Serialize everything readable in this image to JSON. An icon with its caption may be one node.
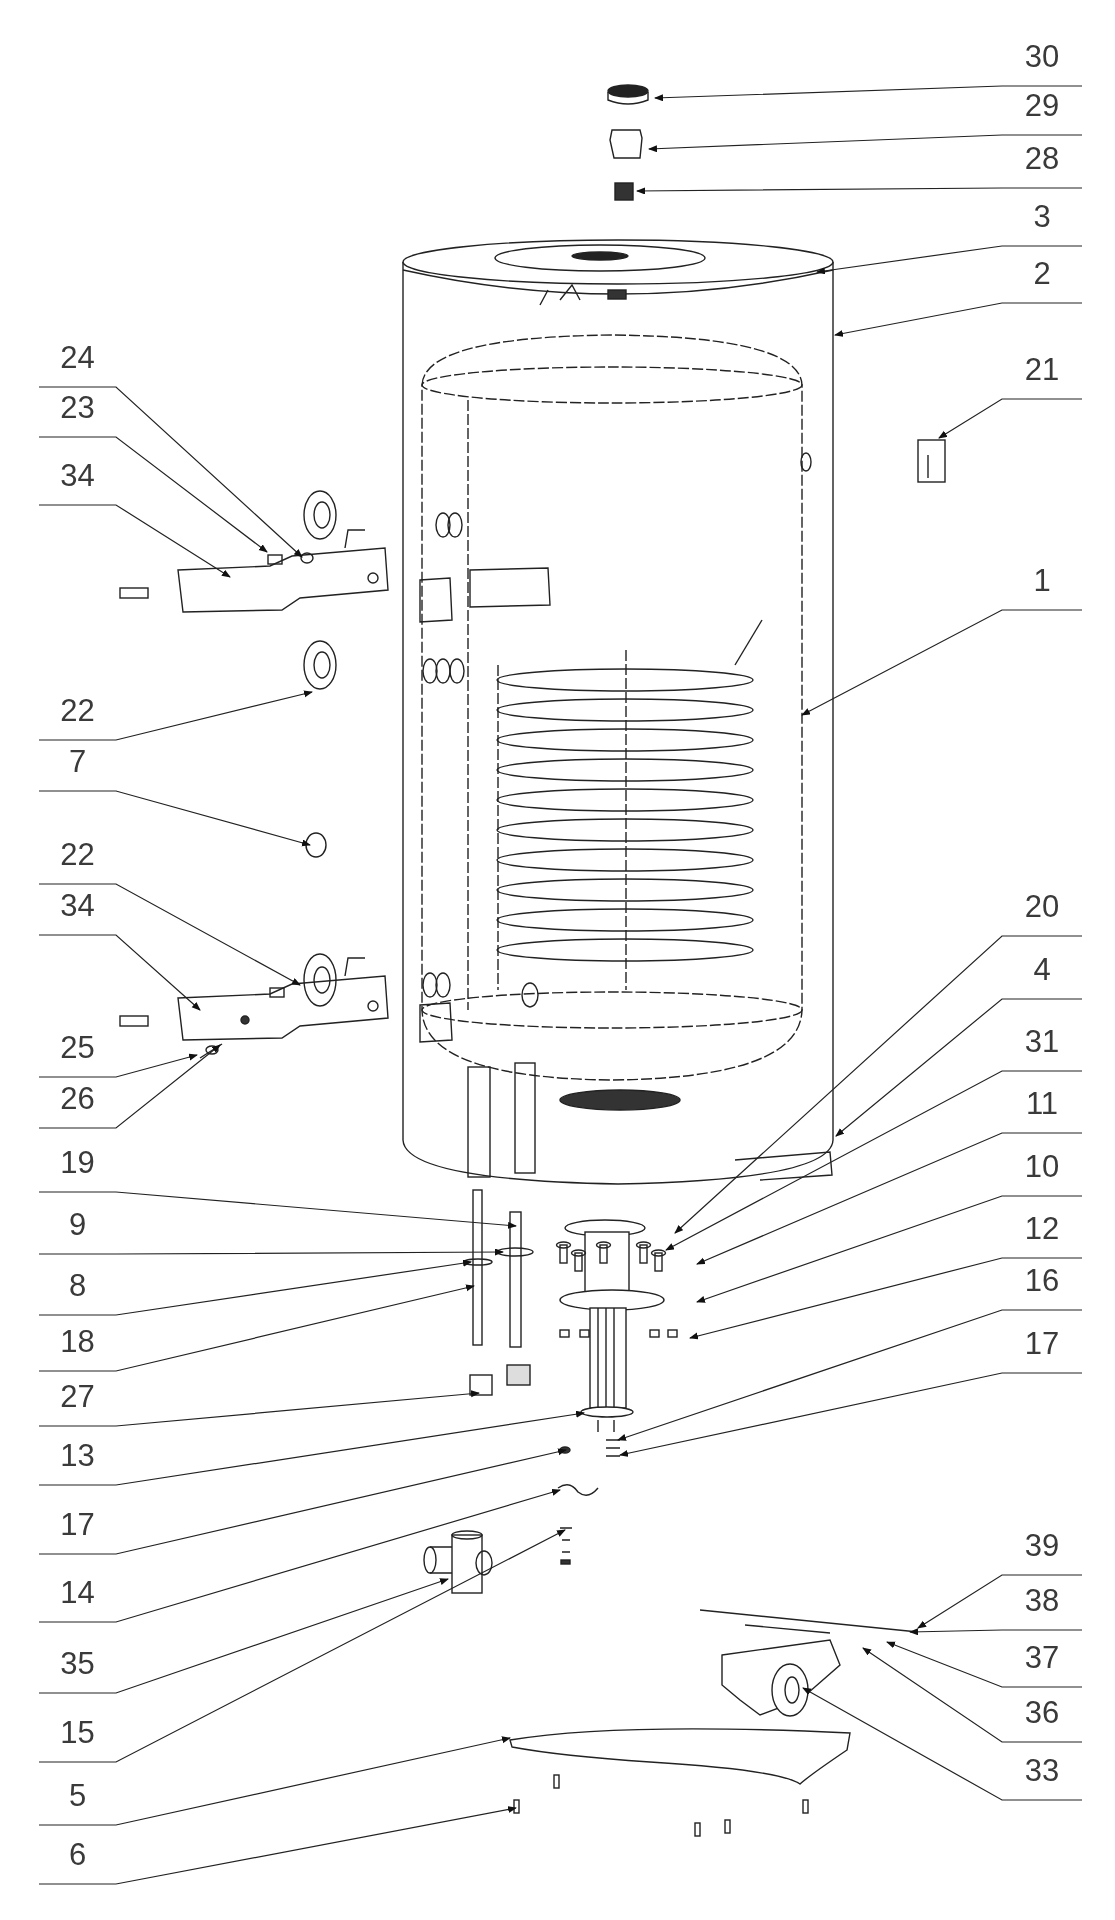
{
  "diagram": {
    "nodes": [
      {
        "text": [
          "30"
        ]
      },
      {
        "text": [
          "29"
        ]
      },
      {
        "text": [
          "28"
        ]
      },
      {
        "text": [
          "3"
        ]
      },
      {
        "text": [
          "2"
        ]
      },
      {
        "text": [
          "24"
        ]
      },
      {
        "text": [
          "21"
        ]
      },
      {
        "text": [
          "23"
        ]
      },
      {
        "text": [
          "34"
        ]
      },
      {
        "text": [
          "1"
        ]
      },
      {
        "text": [
          "22"
        ]
      },
      {
        "text": [
          "7"
        ]
      },
      {
        "text": [
          "22"
        ]
      },
      {
        "text": [
          "34"
        ]
      },
      {
        "text": [
          "20"
        ]
      },
      {
        "text": [
          "4"
        ]
      },
      {
        "text": [
          "25"
        ]
      },
      {
        "text": [
          "31"
        ]
      },
      {
        "text": [
          "26"
        ]
      },
      {
        "text": [
          "11"
        ]
      },
      {
        "text": [
          "19"
        ]
      },
      {
        "text": [
          "10"
        ]
      },
      {
        "text": [
          "9"
        ]
      },
      {
        "text": [
          "12"
        ]
      },
      {
        "text": [
          "16"
        ]
      },
      {
        "text": [
          "8"
        ]
      },
      {
        "text": [
          "18"
        ]
      },
      {
        "text": [
          "17"
        ]
      },
      {
        "text": [
          "27"
        ]
      },
      {
        "text": [
          "13"
        ]
      },
      {
        "text": [
          "17"
        ]
      },
      {
        "text": [
          "39"
        ]
      },
      {
        "text": [
          "14"
        ]
      },
      {
        "text": [
          "38"
        ]
      },
      {
        "text": [
          "37"
        ]
      },
      {
        "text": [
          "35"
        ]
      },
      {
        "text": [
          "36"
        ]
      },
      {
        "text": [
          "15"
        ]
      },
      {
        "text": [
          "33"
        ]
      },
      {
        "text": [
          "5"
        ]
      },
      {
        "text": [
          "6"
        ]
      }
    ],
    "edges": [
      {
        "from": 0,
        "to": null,
        "arrow": "to"
      },
      {
        "from": 1,
        "to": null,
        "arrow": "to"
      },
      {
        "from": 2,
        "to": null,
        "arrow": "to"
      },
      {
        "from": 3,
        "to": null,
        "arrow": "to"
      },
      {
        "from": 4,
        "to": null,
        "arrow": "to"
      },
      {
        "from": 5,
        "to": null,
        "arrow": "to"
      },
      {
        "from": 6,
        "to": null,
        "arrow": "to"
      },
      {
        "from": 7,
        "to": null,
        "arrow": "to"
      },
      {
        "from": 8,
        "to": null,
        "arrow": "to"
      },
      {
        "from": 9,
        "to": null,
        "arrow": "to"
      },
      {
        "from": 10,
        "to": null,
        "arrow": "to"
      },
      {
        "from": 11,
        "to": null,
        "arrow": "to"
      },
      {
        "from": 12,
        "to": null,
        "arrow": "to"
      },
      {
        "from": 13,
        "to": null,
        "arrow": "to"
      },
      {
        "from": 14,
        "to": null,
        "arrow": "to"
      },
      {
        "from": 15,
        "to": null,
        "arrow": "to"
      },
      {
        "from": 16,
        "to": null,
        "arrow": "to"
      },
      {
        "from": 17,
        "to": null,
        "arrow": "to"
      },
      {
        "from": 18,
        "to": null,
        "arrow": "to"
      },
      {
        "from": 19,
        "to": null,
        "arrow": "to"
      },
      {
        "from": 20,
        "to": null,
        "arrow": "to"
      },
      {
        "from": 21,
        "to": null,
        "arrow": "to"
      },
      {
        "from": 22,
        "to": null,
        "arrow": "to"
      },
      {
        "from": 23,
        "to": null,
        "arrow": "to"
      },
      {
        "from": 24,
        "to": null,
        "arrow": "to"
      },
      {
        "from": 25,
        "to": null,
        "arrow": "to"
      },
      {
        "from": 26,
        "to": null,
        "arrow": "to"
      },
      {
        "from": 27,
        "to": null,
        "arrow": "to"
      },
      {
        "from": 28,
        "to": null,
        "arrow": "to"
      },
      {
        "from": 29,
        "to": null,
        "arrow": "to"
      },
      {
        "from": 30,
        "to": null,
        "arrow": "to"
      },
      {
        "from": 31,
        "to": null,
        "arrow": "to"
      },
      {
        "from": 32,
        "to": null,
        "arrow": "to"
      },
      {
        "from": 33,
        "to": null,
        "arrow": "to"
      },
      {
        "from": 34,
        "to": null,
        "arrow": "to"
      },
      {
        "from": 35,
        "to": null,
        "arrow": "to"
      },
      {
        "from": 36,
        "to": null,
        "arrow": "to"
      },
      {
        "from": 37,
        "to": null,
        "arrow": "to"
      },
      {
        "from": 38,
        "to": null,
        "arrow": "to"
      },
      {
        "from": 39,
        "to": null,
        "arrow": "to"
      },
      {
        "from": 40,
        "to": null,
        "arrow": "to"
      }
    ]
  }
}
